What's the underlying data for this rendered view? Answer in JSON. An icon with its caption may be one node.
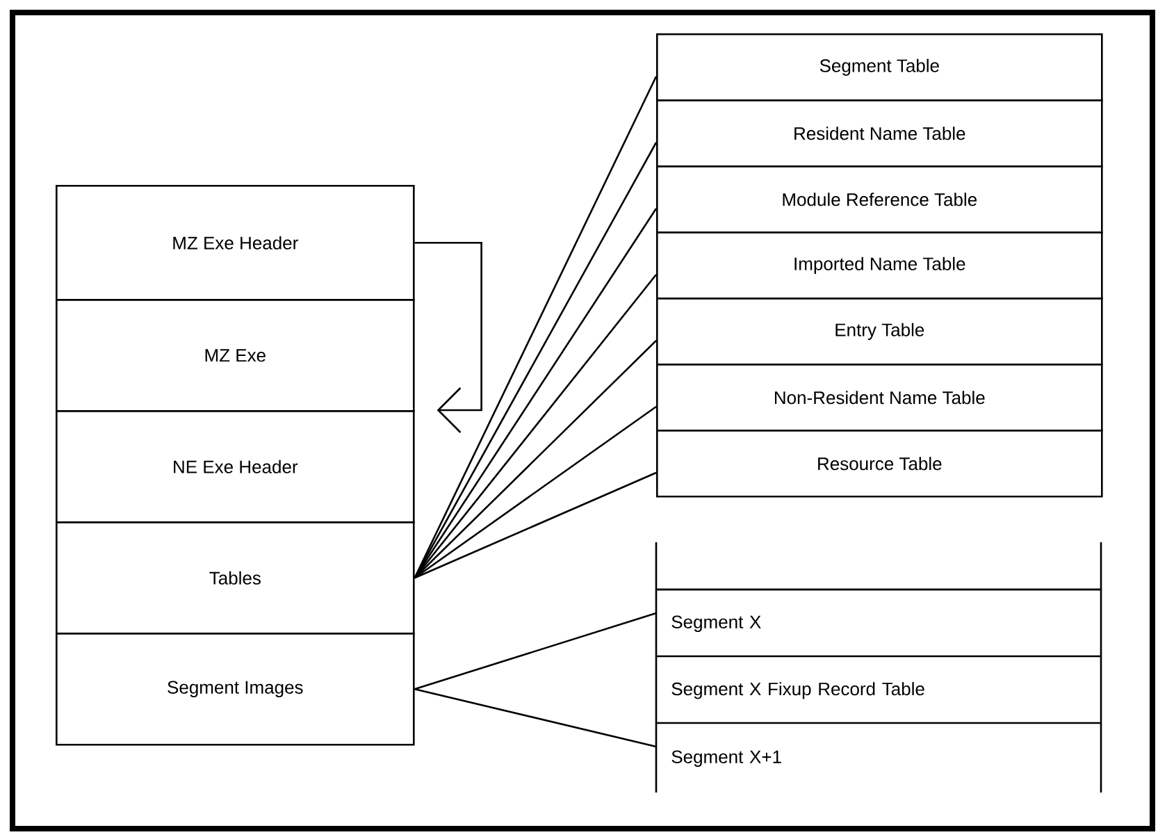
{
  "diagram": {
    "nodes": [
      {
        "text": [
          "MZ Exe Header"
        ]
      },
      {
        "text": [
          "MZ Exe"
        ]
      },
      {
        "text": [
          "NE Exe Header"
        ]
      },
      {
        "text": [
          "Tables"
        ]
      },
      {
        "text": [
          "Segment Images"
        ]
      },
      {
        "text": [
          "Segment Table"
        ]
      },
      {
        "text": [
          "Resident Name Table"
        ]
      },
      {
        "text": [
          "Module Reference Table"
        ]
      },
      {
        "text": [
          "Imported Name Table"
        ]
      },
      {
        "text": [
          "Entry Table"
        ]
      },
      {
        "text": [
          "Non-Resident Name Table"
        ]
      },
      {
        "text": [
          "Resource Table"
        ]
      },
      {
        "text": [],
        "shape": "box"
      },
      {
        "text": [
          "Segment X"
        ]
      },
      {
        "text": [
          "Segment X Fixup Record Table"
        ]
      },
      {
        "text": [
          "Segment X+1"
        ]
      }
    ],
    "edges": [
      {
        "from": 0,
        "to": 2,
        "arrow": "to"
      },
      {
        "from": 3,
        "to": 5,
        "arrow": "none"
      },
      {
        "from": 3,
        "to": 6,
        "arrow": "none"
      },
      {
        "from": 3,
        "to": 7,
        "arrow": "none"
      },
      {
        "from": 3,
        "to": 8,
        "arrow": "none"
      },
      {
        "from": 3,
        "to": 9,
        "arrow": "none"
      },
      {
        "from": 3,
        "to": 10,
        "arrow": "none"
      },
      {
        "from": 3,
        "to": 11,
        "arrow": "none"
      },
      {
        "from": 4,
        "to": 13,
        "arrow": "none"
      },
      {
        "from": 4,
        "to": 15,
        "arrow": "none"
      }
    ]
  }
}
